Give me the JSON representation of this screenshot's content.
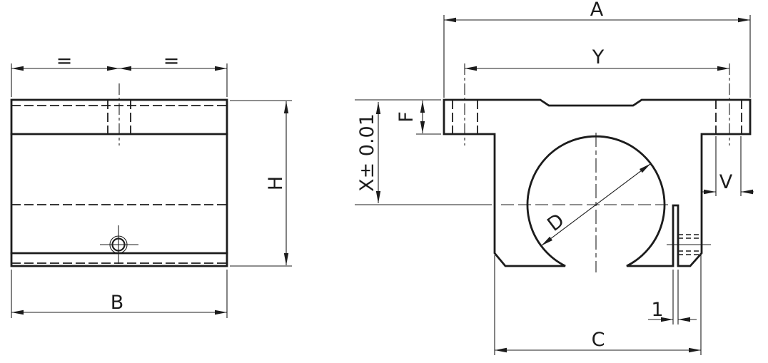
{
  "drawing": {
    "colors": {
      "background": "#ffffff",
      "line": "#1c1c1c"
    },
    "side_view": {
      "labels": {
        "equal_left": "=",
        "equal_right": "=",
        "height": "H",
        "width": "B"
      }
    },
    "front_view": {
      "labels": {
        "overall_width": "A",
        "hole_spacing": "Y",
        "flange_thickness": "F",
        "center_height_tolerance": "X± 0.01",
        "hole_diameter": "V",
        "bore_diameter": "D",
        "base_width": "C",
        "slot_width": "1"
      }
    }
  }
}
